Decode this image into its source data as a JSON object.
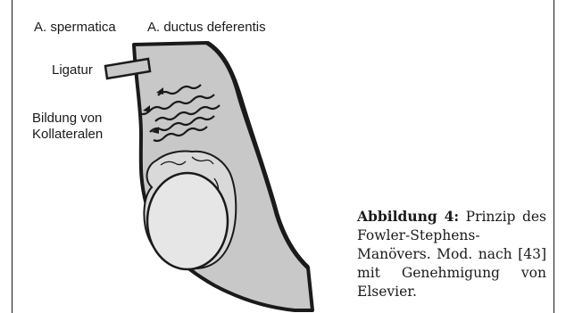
{
  "labels": {
    "artery_spermatica": "A. spermatica",
    "artery_ductus": "A. ductus deferentis",
    "ligature": "Ligatur",
    "collaterals_line1": "Bildung von",
    "collaterals_line2": "Kollateralen"
  },
  "caption": {
    "label": "Abbildung 4:",
    "text": " Prinzip des Fowler-Stephens-Manövers. Mod. nach [43] mit Genehmigung von Elsevier."
  },
  "colors": {
    "fill": "#c8c8c8",
    "testis": "#e6e6e6",
    "outline": "#1a1a1a"
  }
}
